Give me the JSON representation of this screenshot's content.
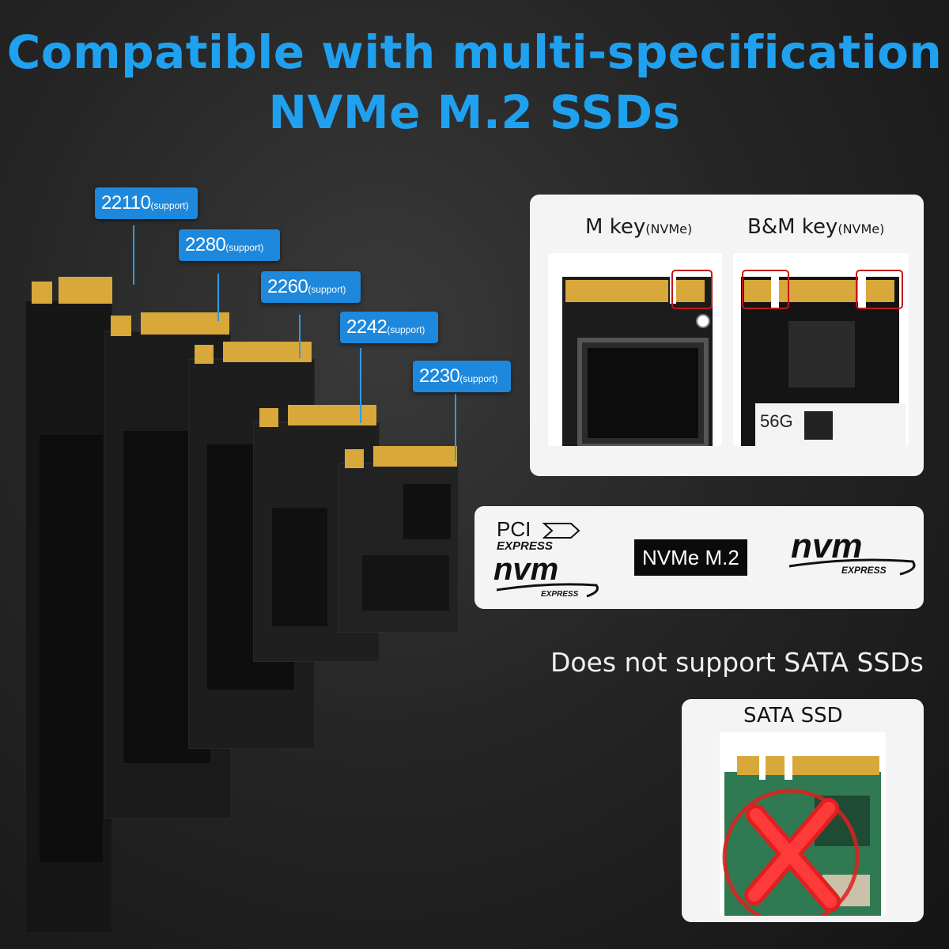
{
  "headline": {
    "line1": "Compatible with multi-specification",
    "line2": "NVMe M.2 SSDs"
  },
  "sizes": [
    {
      "num": "22110",
      "sup": "(support)"
    },
    {
      "num": "2280",
      "sup": "(support)"
    },
    {
      "num": "2260",
      "sup": "(support)"
    },
    {
      "num": "2242",
      "sup": "(support)"
    },
    {
      "num": "2230",
      "sup": "(support)"
    }
  ],
  "keys": {
    "m_key": {
      "main": "M key",
      "sub": "(NVMe)"
    },
    "bm_key": {
      "main": "B&M key",
      "sub": "(NVMe)"
    },
    "chip_label": "56G"
  },
  "logos": {
    "pci_top": "PCI",
    "pci_bottom": "EXPRESS",
    "nvm_small": "nvm",
    "nvm_small_sub": "EXPRESS",
    "nvme_m2": "NVMe M.2",
    "nvm_large": "nvm",
    "nvm_large_sub": "EXPRESS"
  },
  "sata": {
    "notice": "Does not support SATA SSDs",
    "title": "SATA SSD"
  },
  "colors": {
    "accent": "#1fa1f0",
    "tag": "#1e88dc",
    "gold": "#d8a83a",
    "reject": "#e02020"
  }
}
